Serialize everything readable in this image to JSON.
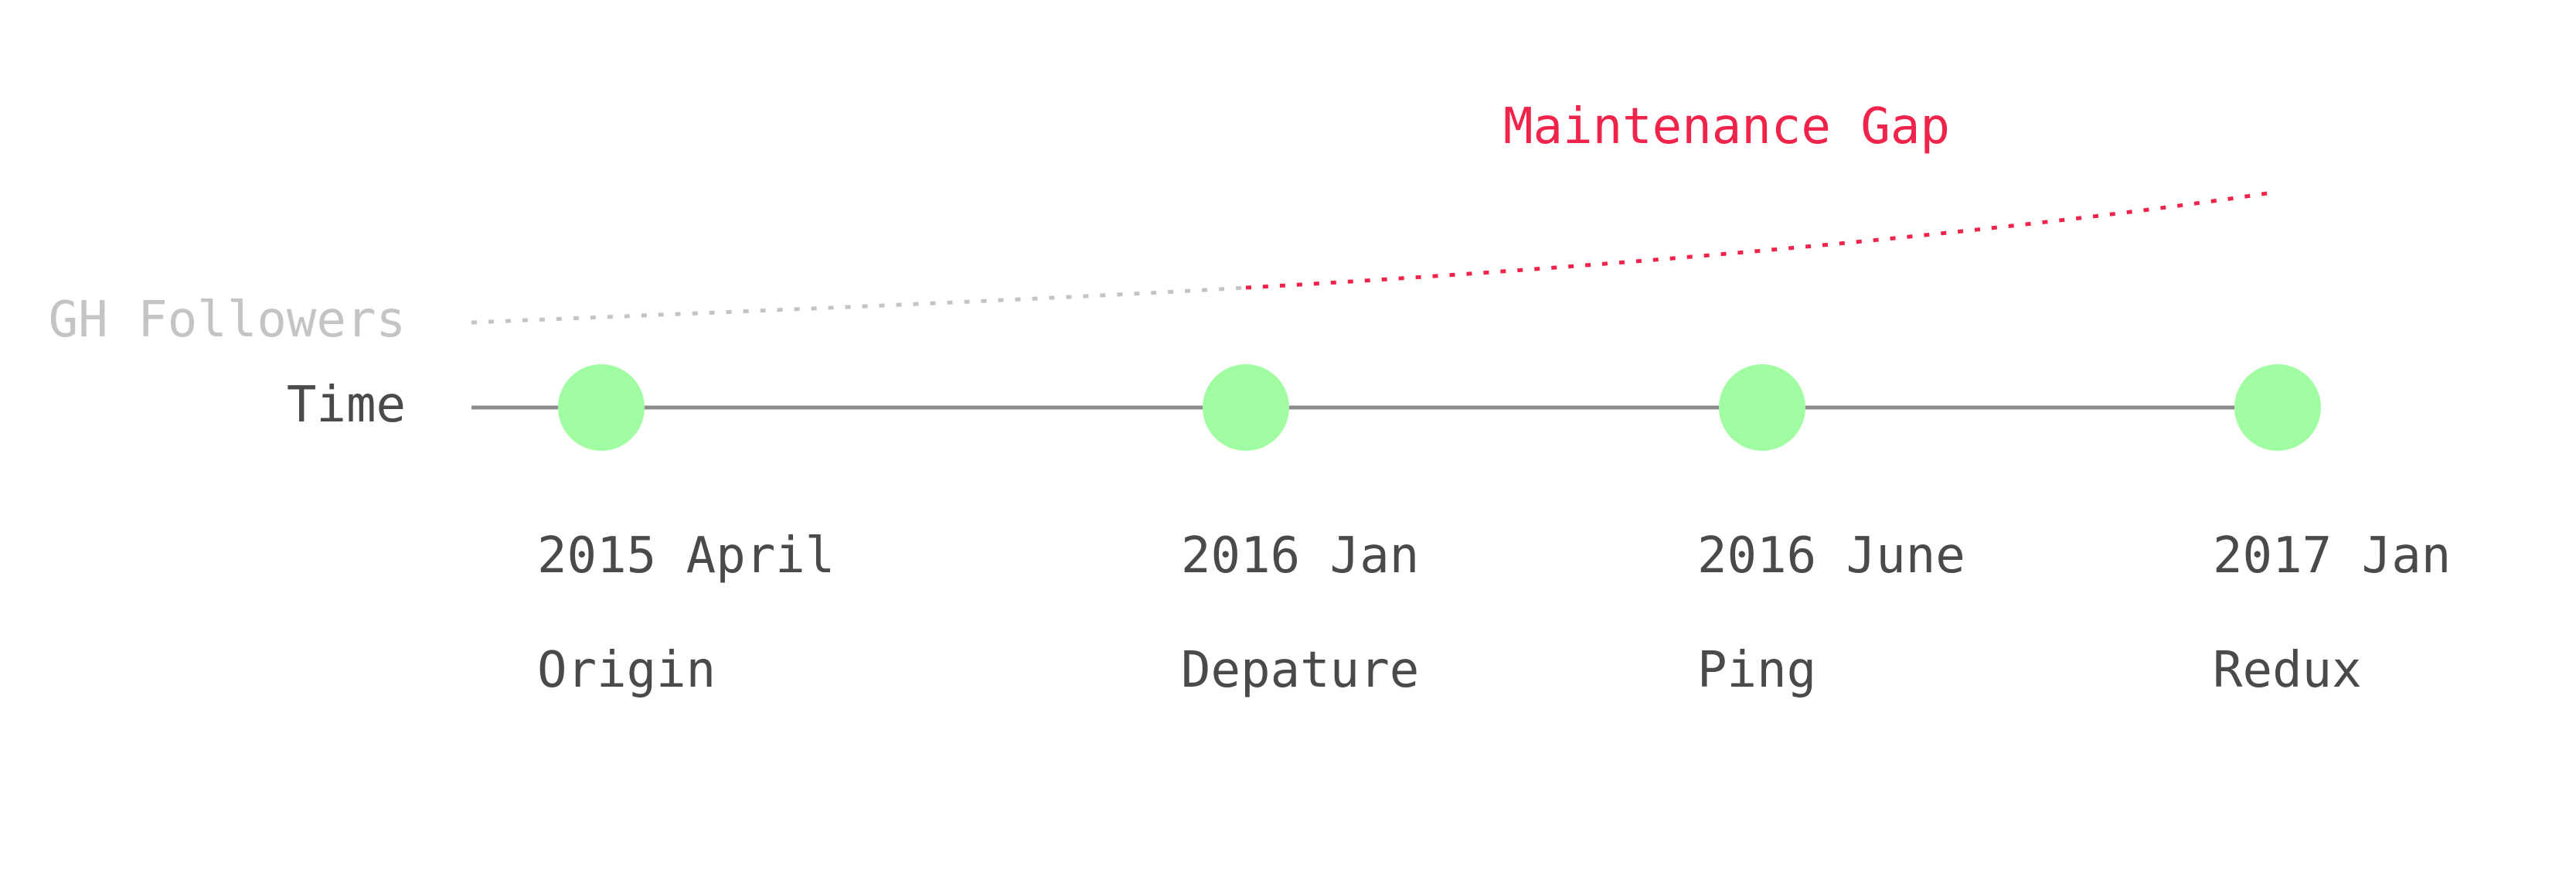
{
  "labels": {
    "followers": "GH Followers",
    "time": "Time",
    "gap": "Maintenance Gap"
  },
  "events": [
    {
      "date": "2015 April",
      "name": "Origin"
    },
    {
      "date": "2016 Jan",
      "name": "Depature"
    },
    {
      "date": "2016 June",
      "name": "Ping"
    },
    {
      "date": "2017 Jan",
      "name": "Redux"
    }
  ],
  "colors": {
    "text": "#4a4a4a",
    "muted": "#c4c4c4",
    "axis": "#8c8c8c",
    "node": "#a1fda1",
    "accent": "#f0244b"
  }
}
